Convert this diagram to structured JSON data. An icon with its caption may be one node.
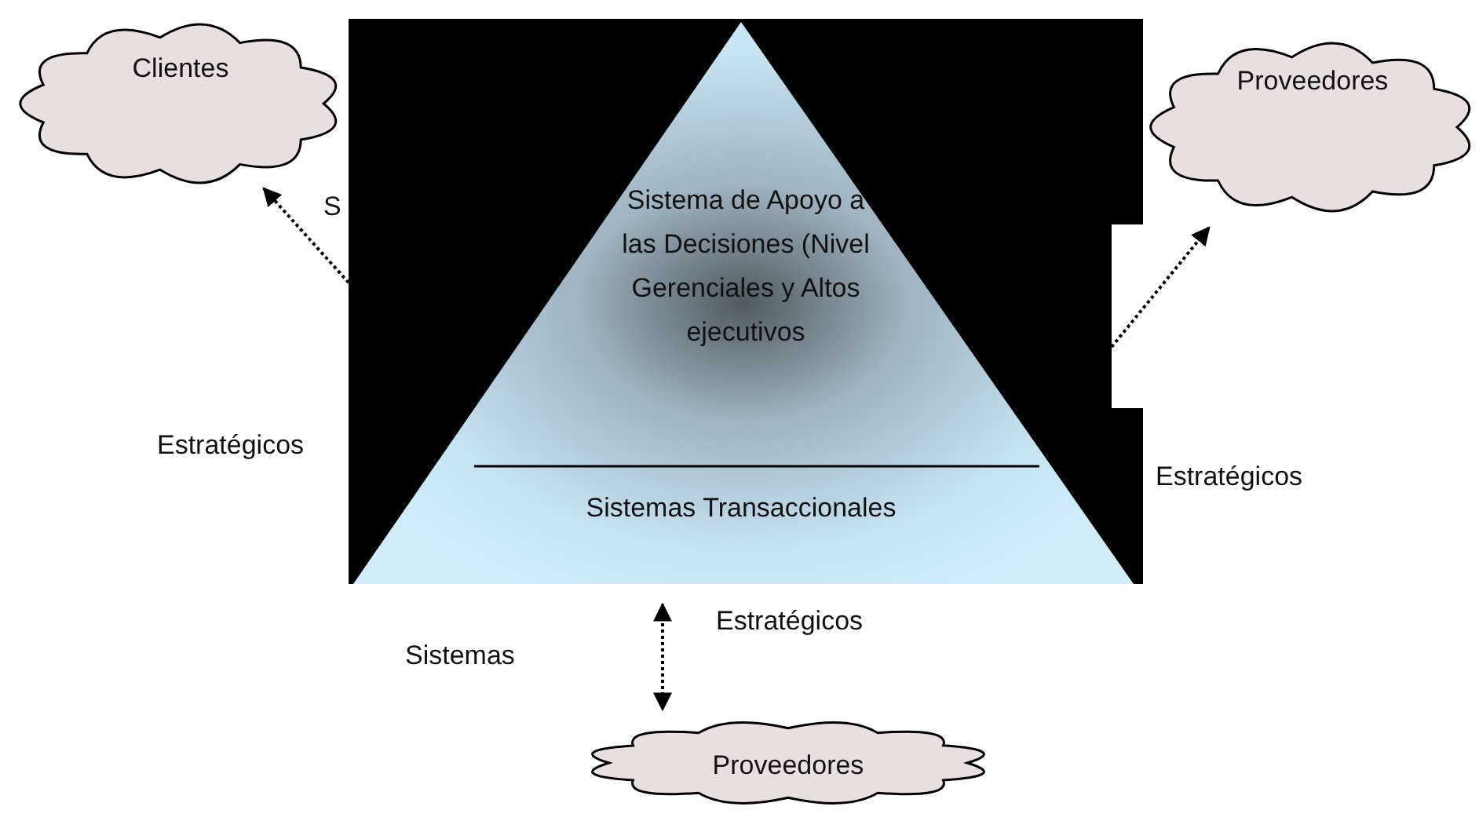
{
  "diagram": {
    "nodes": [
      {
        "text": [
          "Clientes"
        ]
      },
      {
        "text": [
          "Proveedores"
        ]
      },
      {
        "text": [
          "Sistema de Apoyo a las Decisiones (Nivel Gerenciales y Altos ejecutivos",
          "Sistemas Transaccionales"
        ]
      },
      {
        "text": [
          "Proveedores"
        ]
      }
    ],
    "edges": [
      {
        "from": 2,
        "to": 0,
        "arrow": "to",
        "style": "dashed"
      },
      {
        "from": 2,
        "to": 1,
        "arrow": "to",
        "style": "dashed"
      },
      {
        "from": 2,
        "to": 3,
        "arrow": "both",
        "style": "dashed"
      }
    ],
    "labels": [
      "S",
      "Estratégicos",
      "Estratégicos",
      "Estratégicos",
      "Sistemas"
    ]
  }
}
